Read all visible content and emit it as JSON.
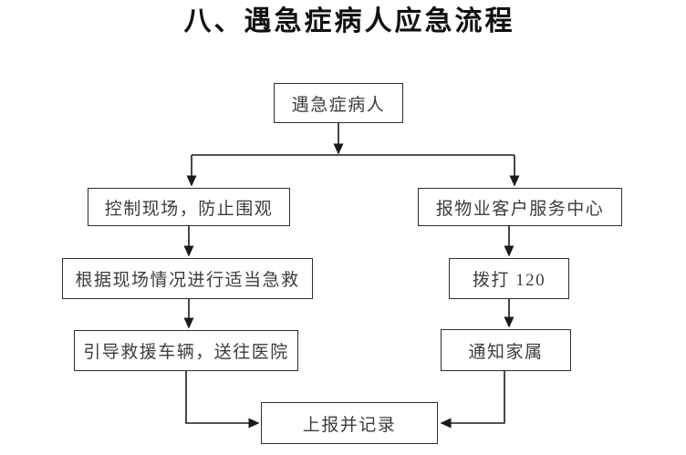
{
  "title": "八、遇急症病人应急流程",
  "flowchart": {
    "nodes": {
      "start": {
        "label": "遇急症病人"
      },
      "control_scene": {
        "label": "控制现场，防止围观"
      },
      "report_service_center": {
        "label": "报物业客户服务中心"
      },
      "first_aid": {
        "label": "根据现场情况进行适当急救"
      },
      "call_120": {
        "label": "拨打 120"
      },
      "guide_rescue": {
        "label": "引导救援车辆，送往医院"
      },
      "notify_family": {
        "label": "通知家属"
      },
      "report_record": {
        "label": "上报并记录"
      }
    },
    "edges": [
      {
        "from": "start",
        "to": "control_scene"
      },
      {
        "from": "start",
        "to": "report_service_center"
      },
      {
        "from": "control_scene",
        "to": "first_aid"
      },
      {
        "from": "first_aid",
        "to": "guide_rescue"
      },
      {
        "from": "guide_rescue",
        "to": "report_record"
      },
      {
        "from": "report_service_center",
        "to": "call_120"
      },
      {
        "from": "call_120",
        "to": "notify_family"
      },
      {
        "from": "notify_family",
        "to": "report_record"
      }
    ],
    "colors": {
      "line": "#1a1a1a",
      "box_border": "#2e2e2e",
      "text": "#3d3d3d",
      "title_text": "#111111",
      "background": "#ffffff"
    }
  }
}
